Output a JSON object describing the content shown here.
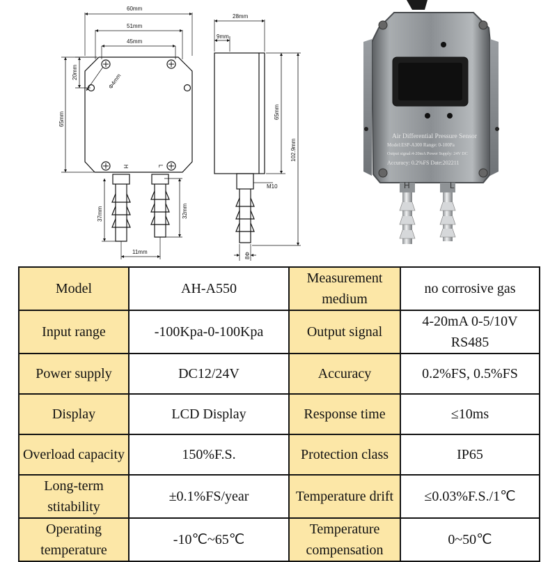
{
  "drawing": {
    "front": {
      "width_overall": "60mm",
      "width_holes": "51mm",
      "width_inner": "45mm",
      "hole_offset": "20mm",
      "hole_dia": "Φ4mm",
      "height": "65mm",
      "port_h": "H",
      "port_l": "L",
      "nozzle_left_len": "37mm",
      "nozzle_right_len": "32mm",
      "nozzle_spacing": "11mm"
    },
    "side": {
      "depth": "28mm",
      "flange": "9mm",
      "height": "65mm",
      "total_height": "102.9mm",
      "thread": "M10",
      "nozzle_dia": "8Φ"
    }
  },
  "photo": {
    "title": "Air Differential Pressure Sensor",
    "line1": "Model:ESP-A300 Range: 0-100Pa",
    "line2": "Output signal:4-20mA Power Supply: 24V DC",
    "line3": "Accuracy: 0.2%FS Date:202211",
    "port_h": "H",
    "port_l": "L"
  },
  "specs": {
    "rows": [
      {
        "l1": "Model",
        "v1": "AH-A550",
        "l2": "Measurement medium",
        "v2": "no corrosive gas"
      },
      {
        "l1": "Input range",
        "v1": "-100Kpa-0-100Kpa",
        "l2": "Output signal",
        "v2": "4-20mA 0-5/10V RS485"
      },
      {
        "l1": "Power supply",
        "v1": "DC12/24V",
        "l2": "Accuracy",
        "v2": "0.2%FS, 0.5%FS"
      },
      {
        "l1": "Display",
        "v1": "LCD Display",
        "l2": "Response time",
        "v2": "≤10ms"
      },
      {
        "l1": "Overload capacity",
        "v1": "150%F.S.",
        "l2": "Protection class",
        "v2": "IP65"
      },
      {
        "l1": "Long-term stitability",
        "v1": "±0.1%FS/year",
        "l2": "Temperature drift",
        "v2": "≤0.03%F.S./1℃"
      },
      {
        "l1": "Operating temperature",
        "v1": "-10℃~65℃",
        "l2": "Temperature compensation",
        "v2": "0~50℃"
      }
    ]
  }
}
